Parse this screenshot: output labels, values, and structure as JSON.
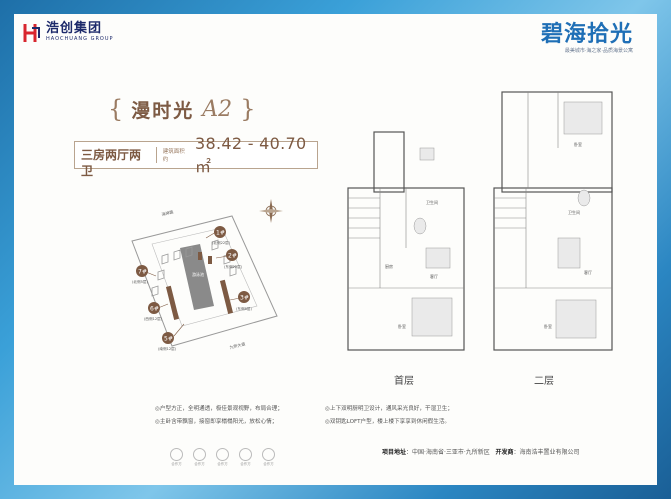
{
  "brand": {
    "name": "浩创集团",
    "subtitle": "HAOCHUANG GROUP"
  },
  "project": {
    "name": "碧海拾光",
    "slogan": "最美城市·海之家·品质海景公寓"
  },
  "unit": {
    "name": "漫时光",
    "code": "A2",
    "layout": "三房两厅两卫",
    "area_label": "建筑面积约",
    "area": "38.42 - 40.70㎡"
  },
  "site_plan": {
    "roads": [
      "海岸路",
      "九所大道"
    ],
    "buildings": [
      {
        "id": "1#",
        "floors": "(北侧22层)"
      },
      {
        "id": "2#",
        "floors": "(东侧22层)"
      },
      {
        "id": "3#",
        "floors": "(东侧8层)"
      },
      {
        "id": "5#",
        "floors": "(南侧12层)"
      },
      {
        "id": "6#",
        "floors": "(西侧12层)"
      },
      {
        "id": "7#",
        "floors": "(北侧5层)"
      }
    ],
    "center_label": "游泳池",
    "compass": "N"
  },
  "floor_plans": {
    "ground": {
      "label": "首层",
      "rooms": [
        "卫生间",
        "厨房",
        "客厅",
        "卧室"
      ]
    },
    "upper": {
      "label": "二层",
      "rooms": [
        "卧室",
        "卫生间",
        "客厅",
        "卧室"
      ]
    }
  },
  "features": [
    "◎户型方正，全明通透，极佳景观视野，布局合理；",
    "◎上下双明厨明卫设计，通风采光良好，干湿卫生；",
    "◎主卧含带飘窗，接窗即享榻榻阳光，放松心情；",
    "◎双钥匙LOFT户型，楼上楼下享享到休闲假生活。"
  ],
  "address": {
    "label": "项目地址",
    "value": "中国·海南省·三亚市·九所新区",
    "developer_label": "开发商",
    "developer": "海南浩丰置业有限公司"
  },
  "partners": [
    "合作方",
    "合作方",
    "合作方",
    "合作方",
    "合作方"
  ],
  "colors": {
    "accent_brown": "#7d5a43",
    "brand_blue": "#1f6fb6",
    "frame_blue": "#2a86c0"
  }
}
